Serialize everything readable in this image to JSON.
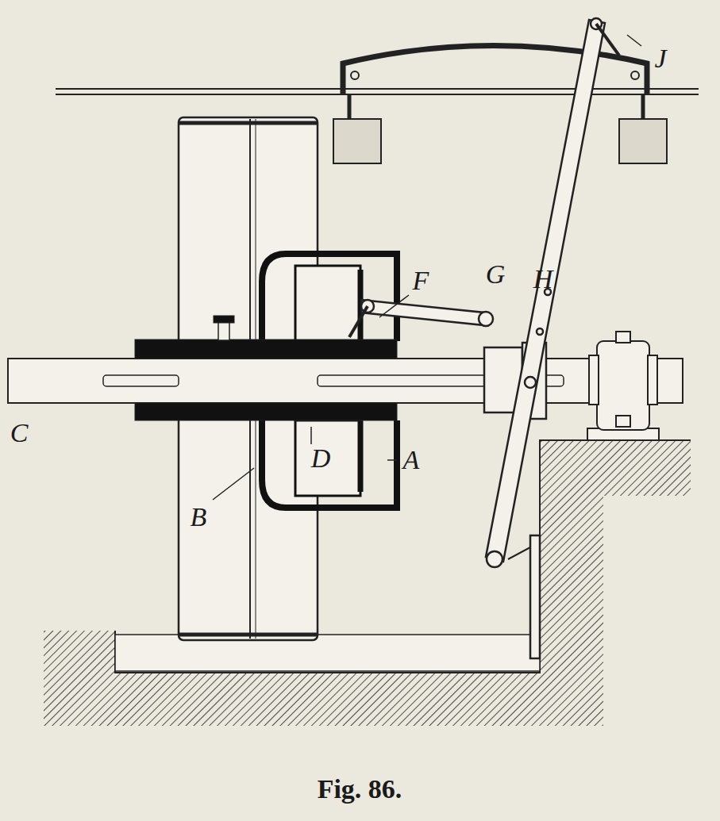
{
  "diagram": {
    "caption": "Fig. 86.",
    "labels": [
      "J",
      "F",
      "G",
      "H",
      "C",
      "D",
      "A",
      "B"
    ]
  }
}
